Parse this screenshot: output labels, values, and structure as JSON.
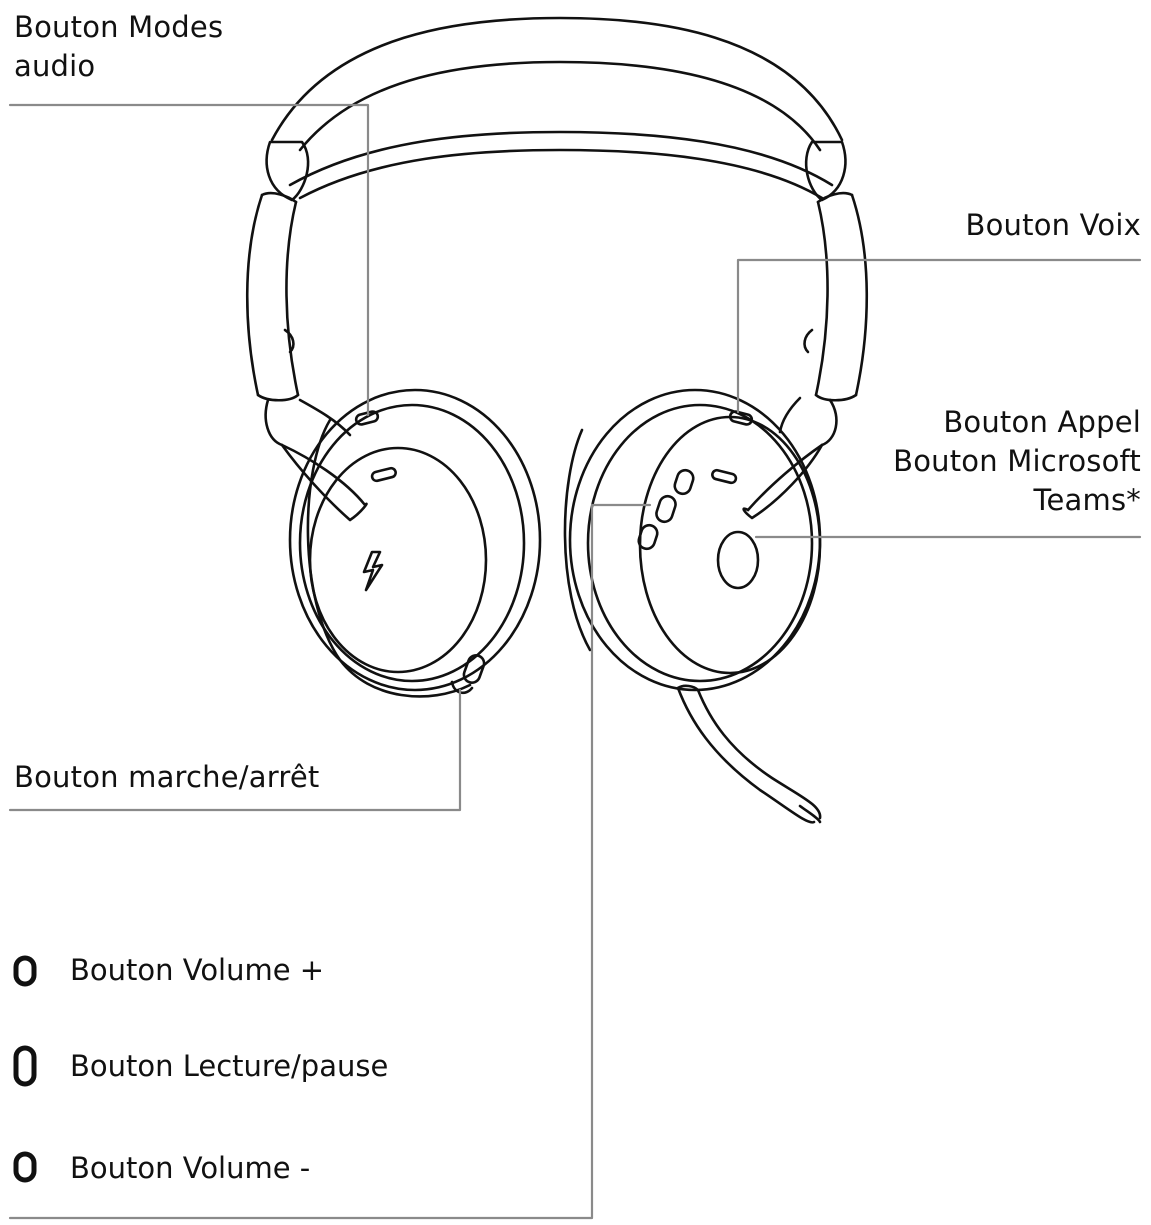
{
  "callouts": {
    "mode_audio": "Bouton Modes\naudio",
    "voice": "Bouton Voix",
    "call_line1": "Bouton Appel",
    "call_line2": "Bouton Microsoft",
    "call_line3": "Teams*",
    "power": "Bouton marche/arrêt"
  },
  "legend": {
    "volume_up": "Bouton Volume +",
    "play_pause": "Bouton Lecture/pause",
    "volume_down": "Bouton Volume -"
  },
  "colors": {
    "line": "#111111",
    "leader": "#8a8a8a",
    "text": "#111111",
    "background": "#ffffff"
  },
  "icons": {
    "volume_up": "small-pill-icon",
    "play_pause": "tall-pill-icon",
    "volume_down": "small-pill-icon"
  }
}
